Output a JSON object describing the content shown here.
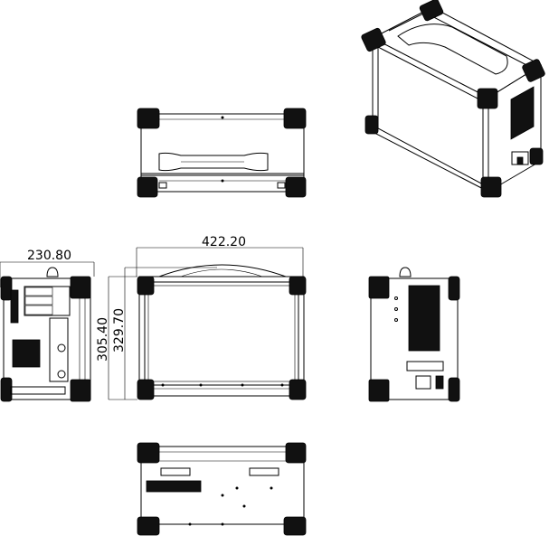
{
  "drawing": {
    "dimensions": {
      "depth": "230.80",
      "width": "422.20",
      "height_body": "305.40",
      "height_overall": "329.70"
    },
    "views": [
      "top-view",
      "isometric-view",
      "left-side-view",
      "front-view",
      "right-side-view",
      "bottom-view"
    ]
  }
}
